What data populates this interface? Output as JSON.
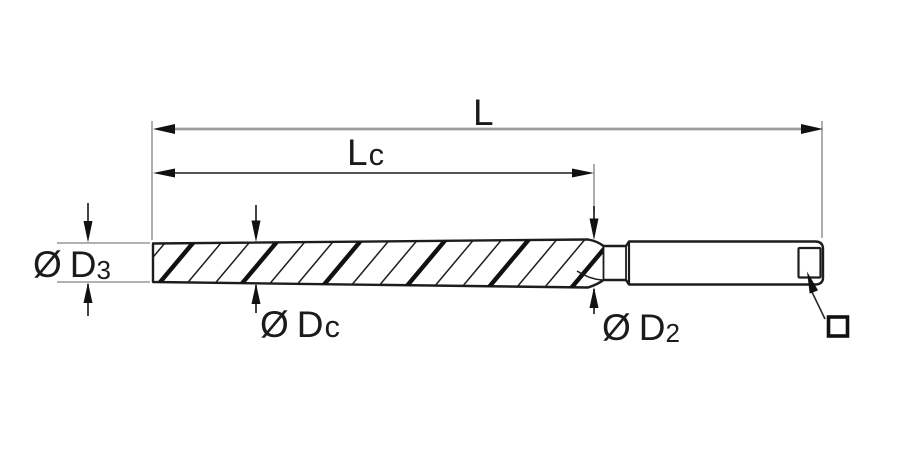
{
  "colors": {
    "background": "#ffffff",
    "tool_outline": "#1d1d1d",
    "hatch_thick": "#111111",
    "dimension_line_gray": "#9c9c9c",
    "dimension_line_dark": "#3d3d3d",
    "arrowhead": "#111111",
    "label_text": "#1b1b1b"
  },
  "labels": {
    "overall_length": {
      "main": "L",
      "text": "L"
    },
    "cutting_length": {
      "main": "L",
      "sub": "c",
      "text": "Lc"
    },
    "tip_diameter": {
      "symbol": "Ø",
      "letter": "D",
      "sub": "3",
      "text": "Ø D3"
    },
    "cutting_diameter": {
      "symbol": "Ø",
      "letter": "D",
      "sub": "c",
      "text": "Ø Dc"
    },
    "rear_diameter": {
      "symbol": "Ø",
      "letter": "D",
      "sub": "2",
      "text": "Ø D2"
    },
    "square_drive": {
      "symbol": "□"
    }
  }
}
